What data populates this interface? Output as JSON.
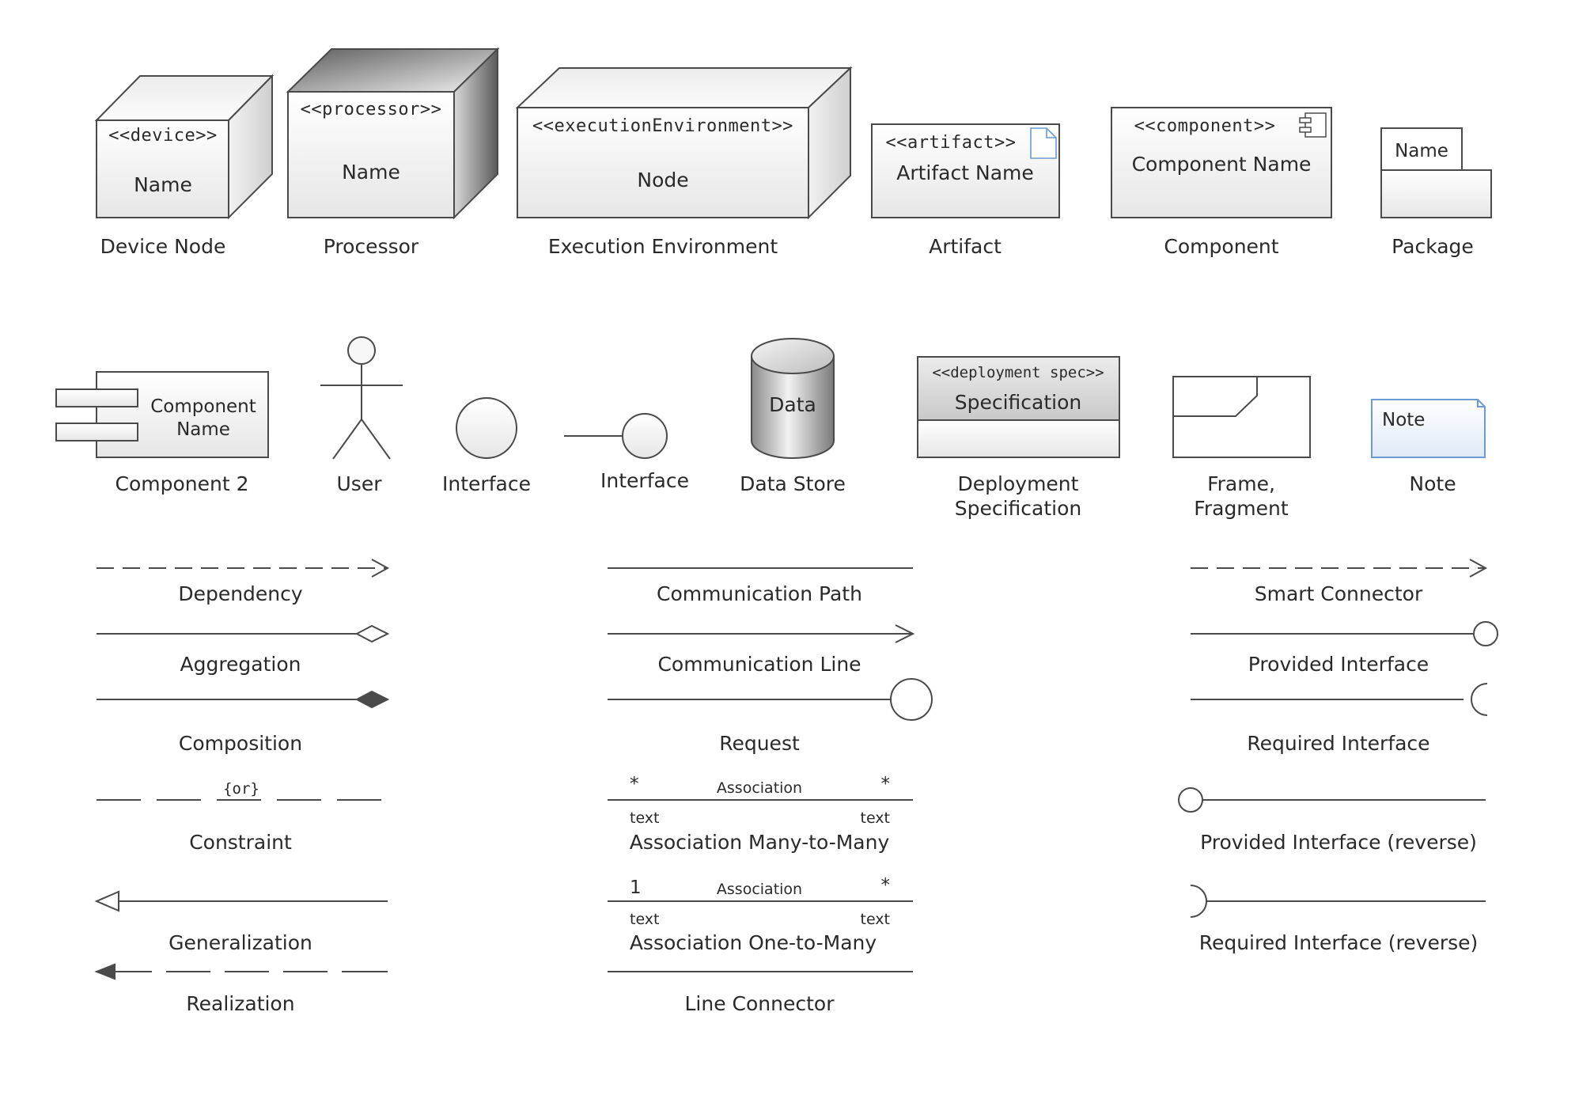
{
  "shapes": {
    "device_node": {
      "stereotype": "<<device>>",
      "name": "Name",
      "caption": "Device Node"
    },
    "processor": {
      "stereotype": "<<processor>>",
      "name": "Name",
      "caption": "Processor"
    },
    "execution_environment": {
      "stereotype": "<<executionEnvironment>>",
      "name": "Node",
      "caption": "Execution Environment"
    },
    "artifact": {
      "stereotype": "<<artifact>>",
      "name": "Artifact Name",
      "caption": "Artifact"
    },
    "component": {
      "stereotype": "<<component>>",
      "name": "Component Name",
      "caption": "Component"
    },
    "package": {
      "name": "Name",
      "caption": "Package"
    },
    "component2": {
      "name_line1": "Component",
      "name_line2": "Name",
      "caption": "Component 2"
    },
    "user": {
      "caption": "User"
    },
    "interface_circle": {
      "caption": "Interface"
    },
    "interface_lollipop": {
      "caption": "Interface"
    },
    "data_store": {
      "name": "Data",
      "caption": "Data Store"
    },
    "deployment_spec": {
      "stereotype": "<<deployment spec>>",
      "name": "Specification",
      "caption_line1": "Deployment",
      "caption_line2": "Specification"
    },
    "frame": {
      "caption_line1": "Frame,",
      "caption_line2": "Fragment"
    },
    "note": {
      "name": "Note",
      "caption": "Note"
    }
  },
  "connectors": {
    "dependency": "Dependency",
    "aggregation": "Aggregation",
    "composition": "Composition",
    "constraint": {
      "caption": "Constraint",
      "tag": "{or}"
    },
    "generalization": "Generalization",
    "realization": "Realization",
    "communication_path": "Communication Path",
    "communication_line": "Communication Line",
    "request": "Request",
    "association_many": {
      "caption": "Association Many-to-Many",
      "label": "Association",
      "left_mult": "*",
      "right_mult": "*",
      "left_text": "text",
      "right_text": "text"
    },
    "association_one": {
      "caption": "Association One-to-Many",
      "label": "Association",
      "left_mult": "1",
      "right_mult": "*",
      "left_text": "text",
      "right_text": "text"
    },
    "line_connector": "Line Connector",
    "smart_connector": "Smart Connector",
    "provided_interface": "Provided Interface",
    "required_interface": "Required Interface",
    "provided_interface_reverse": "Provided Interface (reverse)",
    "required_interface_reverse": "Required Interface (reverse)"
  },
  "colors": {
    "stroke": "#4a4a4a",
    "fill_light": "#f4f4f4",
    "fill_mid": "#dcdcdc",
    "note_fill": "#e8f1fb",
    "note_stroke": "#6b9bd1",
    "text": "#2a2a2a"
  }
}
